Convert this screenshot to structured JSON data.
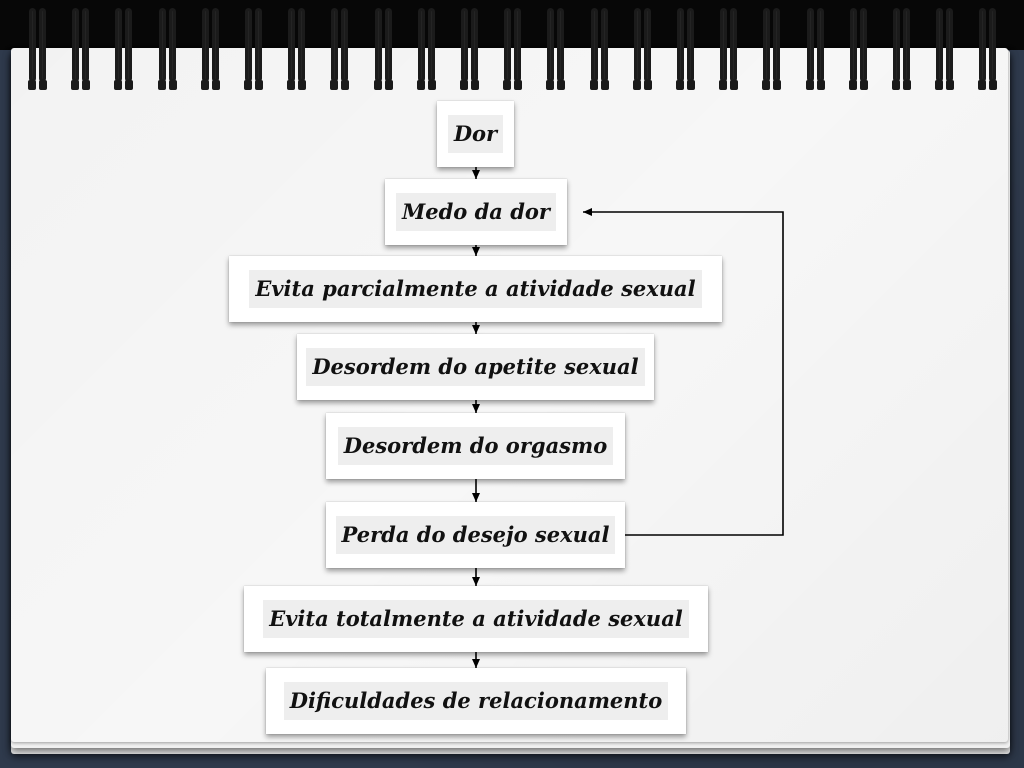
{
  "diagram": {
    "nodes": [
      {
        "id": "dor",
        "label": "Dor"
      },
      {
        "id": "medo",
        "label": "Medo da dor"
      },
      {
        "id": "evita-parcial",
        "label": "Evita parcialmente a atividade sexual"
      },
      {
        "id": "desordem-apetite",
        "label": "Desordem do apetite sexual"
      },
      {
        "id": "desordem-orgasmo",
        "label": "Desordem do orgasmo"
      },
      {
        "id": "perda-desejo",
        "label": "Perda do desejo sexual"
      },
      {
        "id": "evita-total",
        "label": "Evita totalmente a atividade sexual"
      },
      {
        "id": "dificuldades",
        "label": "Dificuldades de relacionamento"
      }
    ],
    "edges": [
      {
        "from": "dor",
        "to": "medo"
      },
      {
        "from": "medo",
        "to": "evita-parcial"
      },
      {
        "from": "evita-parcial",
        "to": "desordem-apetite"
      },
      {
        "from": "desordem-apetite",
        "to": "desordem-orgasmo"
      },
      {
        "from": "desordem-orgasmo",
        "to": "perda-desejo"
      },
      {
        "from": "perda-desejo",
        "to": "evita-total"
      },
      {
        "from": "evita-total",
        "to": "dificuldades"
      },
      {
        "from": "perda-desejo",
        "to": "medo",
        "route": "feedback-right"
      }
    ]
  }
}
